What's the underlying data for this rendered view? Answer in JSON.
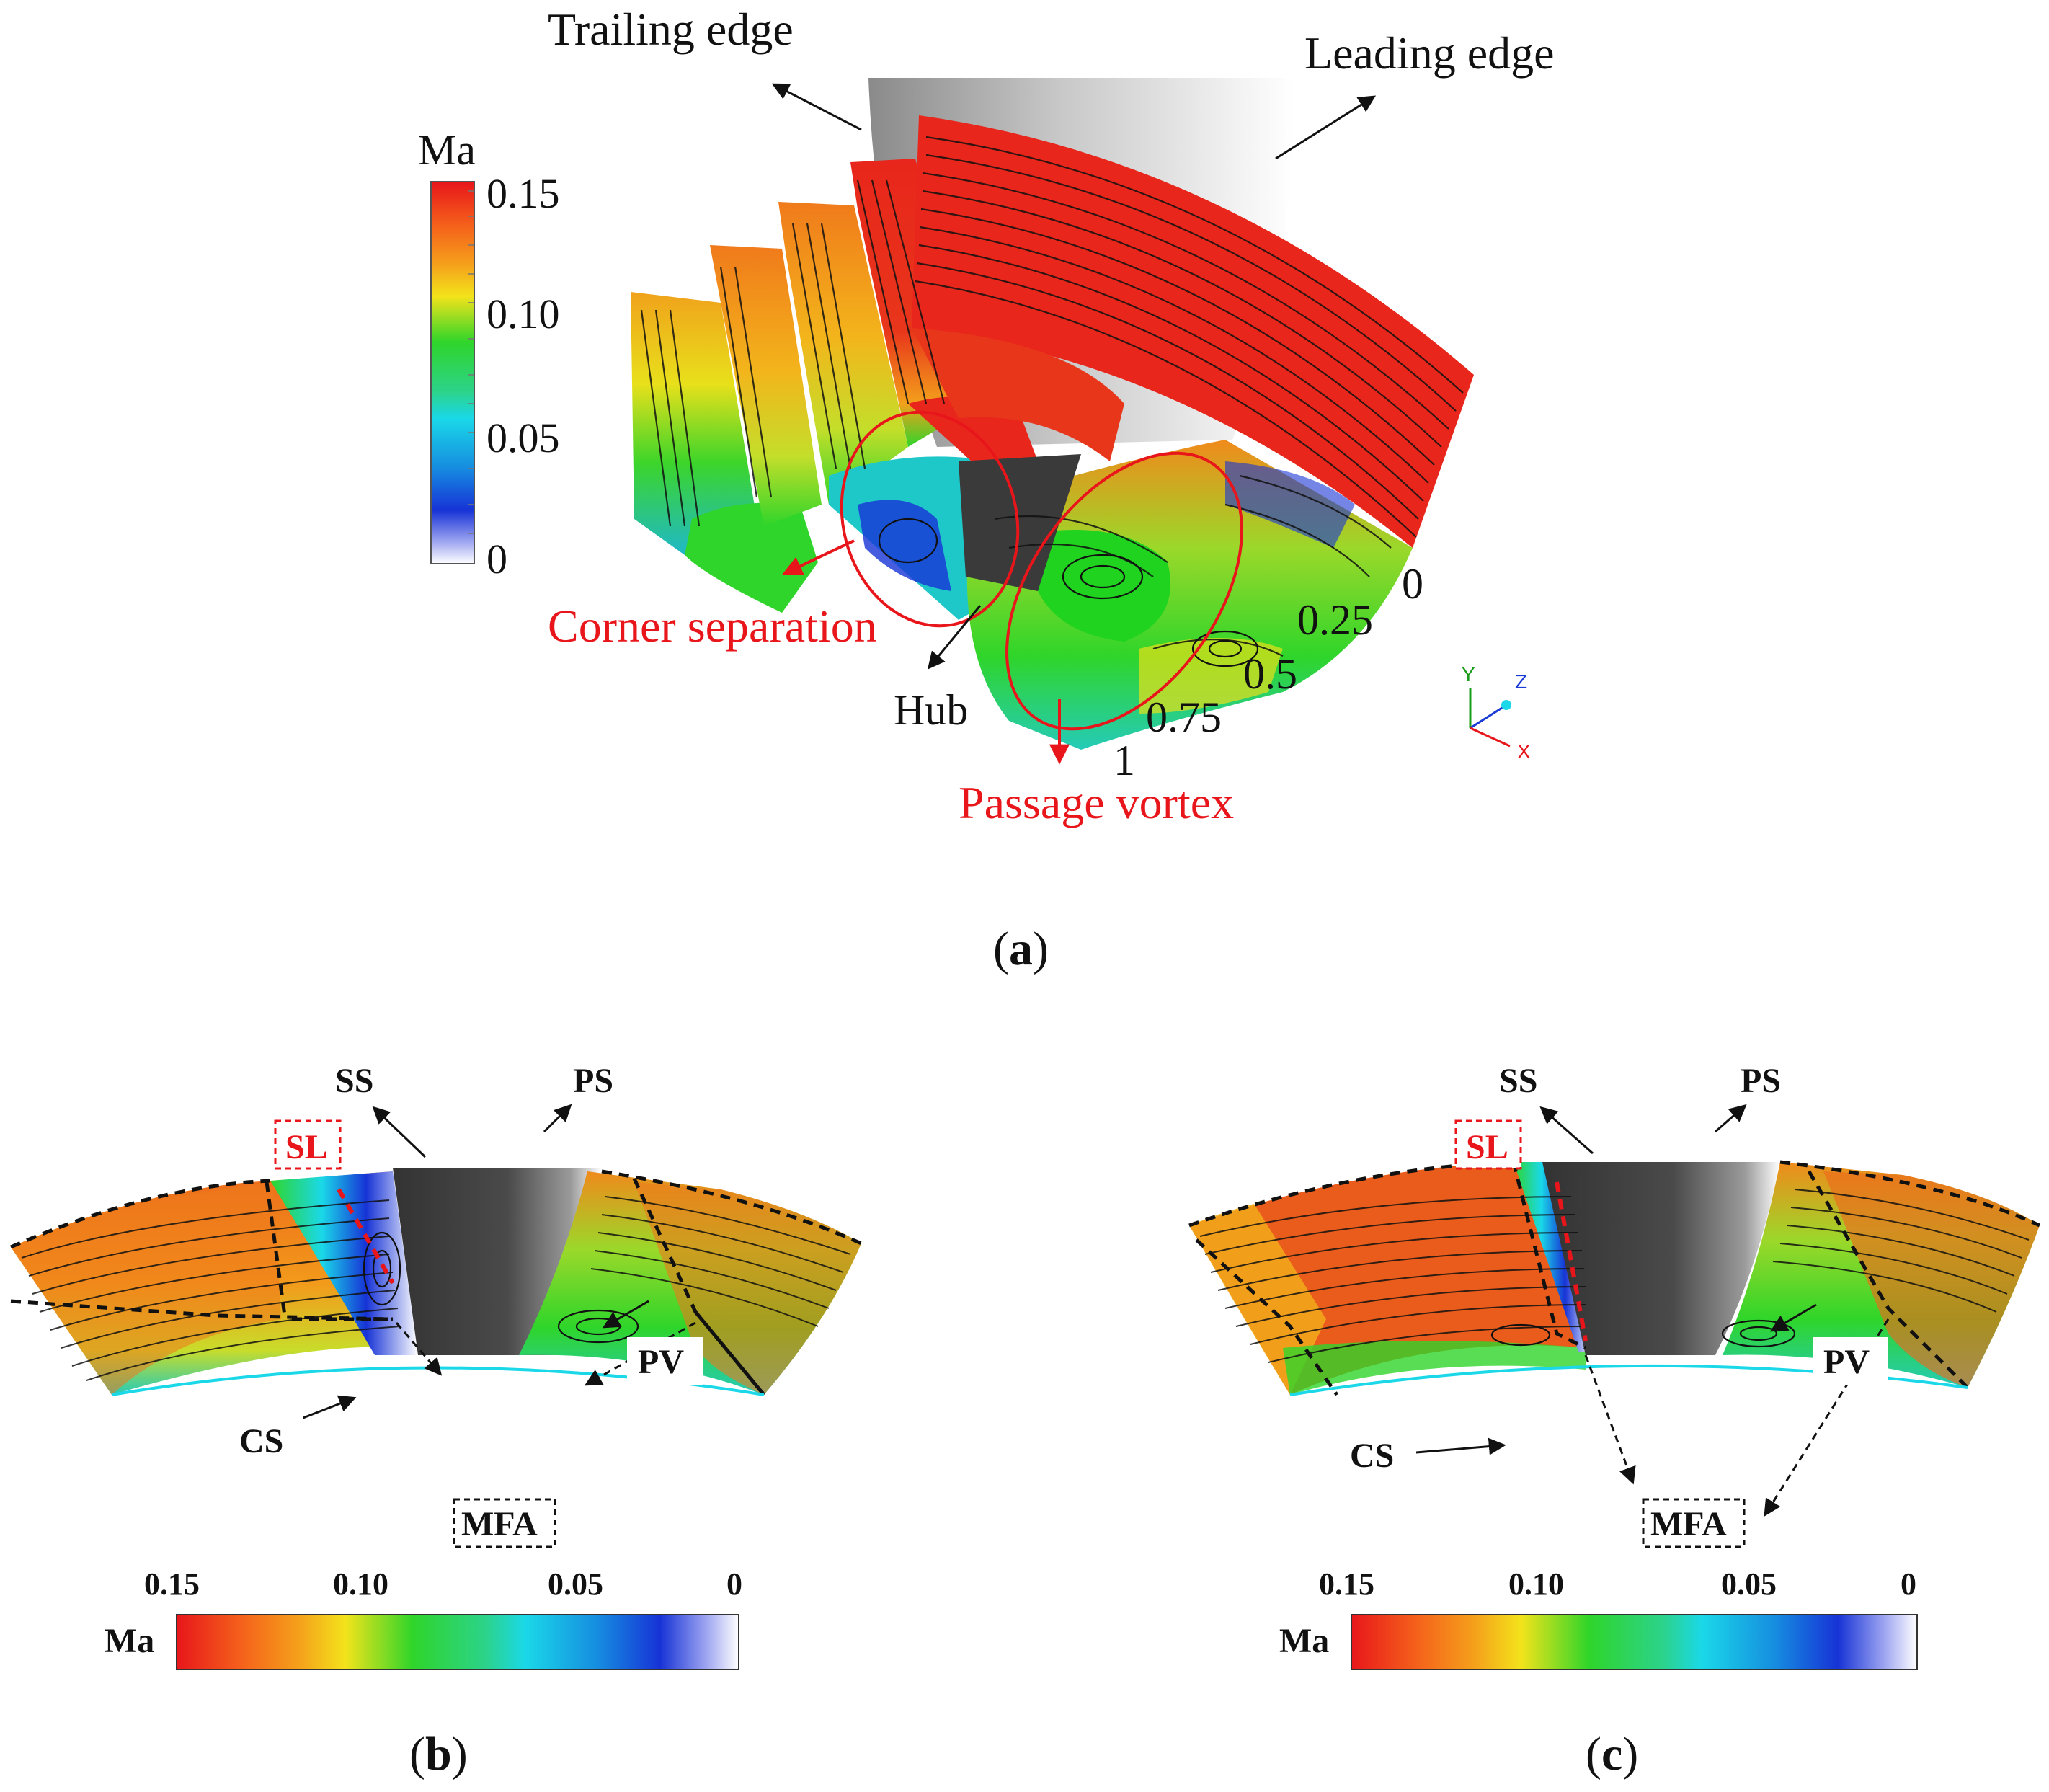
{
  "panel_a": {
    "trailing_edge": "Trailing edge",
    "leading_edge": "Leading edge",
    "colorbar": {
      "title": "Ma",
      "ticks": [
        "0.15",
        "0.10",
        "0.05",
        "0"
      ],
      "tick_values": [
        0.15,
        0.1,
        0.05,
        0
      ]
    },
    "span_labels": [
      "0",
      "0.25",
      "0.5",
      "0.75",
      "1"
    ],
    "corner_separation": "Corner separation",
    "hub": "Hub",
    "passage_vortex": "Passage vortex",
    "axes": {
      "y": "Y",
      "z": "Z",
      "x": "X"
    },
    "caption": "(a)"
  },
  "panel_b": {
    "ss": "SS",
    "ps": "PS",
    "sl": "SL",
    "pv": "PV",
    "cs": "CS",
    "mfa": "MFA",
    "colorbar": {
      "title": "Ma",
      "ticks": [
        "0.15",
        "0.10",
        "0.05",
        "0"
      ],
      "tick_values": [
        0.15,
        0.1,
        0.05,
        0
      ]
    },
    "caption": "(b)"
  },
  "panel_c": {
    "ss": "SS",
    "ps": "PS",
    "sl": "SL",
    "pv": "PV",
    "cs": "CS",
    "mfa": "MFA",
    "colorbar": {
      "title": "Ma",
      "ticks": [
        "0.15",
        "0.10",
        "0.05",
        "0"
      ],
      "tick_values": [
        0.15,
        0.1,
        0.05,
        0
      ]
    },
    "caption": "(c)"
  },
  "colors": {
    "ma_high": "#e8161b",
    "ma_mid": "#1fd31f",
    "ma_low": "#1733d6",
    "ma_zero": "#ffffff",
    "annotation_red": "#e8161b",
    "blade_dark": "#3a3a3a"
  }
}
